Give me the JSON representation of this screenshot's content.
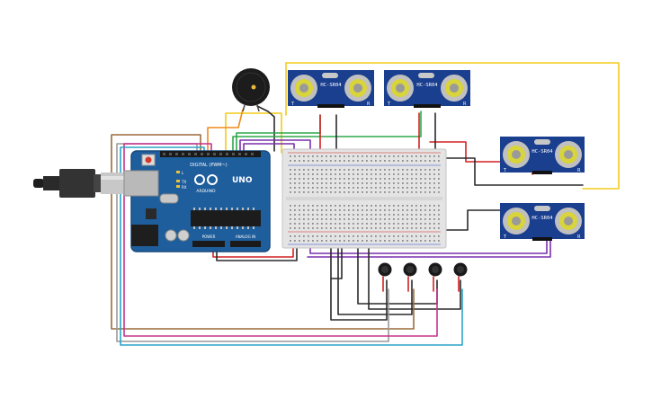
{
  "board": {
    "brand": "ARDUINO",
    "model": "UNO",
    "digital_header": "DIGITAL (PWM~)",
    "power_header": "POWER",
    "analog_header": "ANALOG IN",
    "tx_label": "TX",
    "rx_label": "RX",
    "l_label": "L"
  },
  "sensors": [
    {
      "model": "HC-SR04",
      "left_pin_mark": "T",
      "right_pin_mark": "R"
    },
    {
      "model": "HC-SR04",
      "left_pin_mark": "T",
      "right_pin_mark": "R"
    },
    {
      "model": "HC-SR04",
      "left_pin_mark": "T",
      "right_pin_mark": "R"
    },
    {
      "model": "HC-SR04",
      "left_pin_mark": "T",
      "right_pin_mark": "R"
    }
  ],
  "colors": {
    "board": "#1f5e9c",
    "board_edge": "#164a7e",
    "sensor": "#1a3f8f",
    "breadboard": "#e4e4e4",
    "wire_red": "#d42020",
    "wire_black": "#2a2a2a",
    "wire_yellow": "#f2cc1a",
    "wire_orange": "#f08a1a",
    "wire_green": "#2ea84a",
    "wire_purple": "#7a2fae",
    "wire_magenta": "#c8308e",
    "wire_brown": "#9c6a3a",
    "wire_teal": "#2aa3c8",
    "wire_gray": "#9a9a9a"
  },
  "icons": [
    "usb-cable-icon",
    "buzzer-icon",
    "vibration-motor-icon"
  ]
}
